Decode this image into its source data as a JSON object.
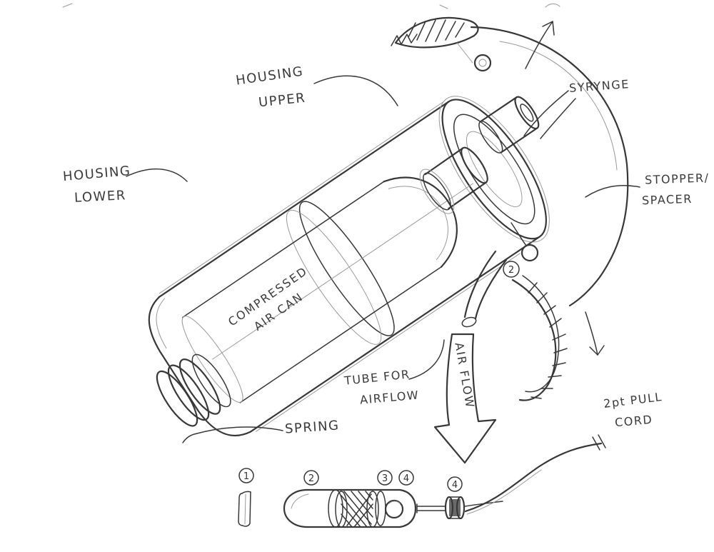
{
  "labels": {
    "housing_upper": {
      "line1": "HOUSING",
      "line2": "UPPER"
    },
    "housing_lower": {
      "line1": "HOUSING",
      "line2": "LOWER"
    },
    "syringe": "SYRYNGE",
    "stopper": {
      "line1": "STOPPER/",
      "line2": "SPACER"
    },
    "compressed_air_can": {
      "line1": "COMPRESSED",
      "line2": "AIR CAN"
    },
    "tube_for_airflow": {
      "line1": "TUBE FOR",
      "line2": "AIRFLOW"
    },
    "air_flow": "AIR FLOW",
    "spring": "SPRING",
    "pull_cord": {
      "line1": "2pt PULL",
      "line2": "CORD"
    }
  },
  "callouts": {
    "stopper_num": "2",
    "parts": [
      "1",
      "2",
      "3",
      "4",
      "4"
    ]
  },
  "colors": {
    "ink": "#383838",
    "paper": "#ffffff"
  }
}
